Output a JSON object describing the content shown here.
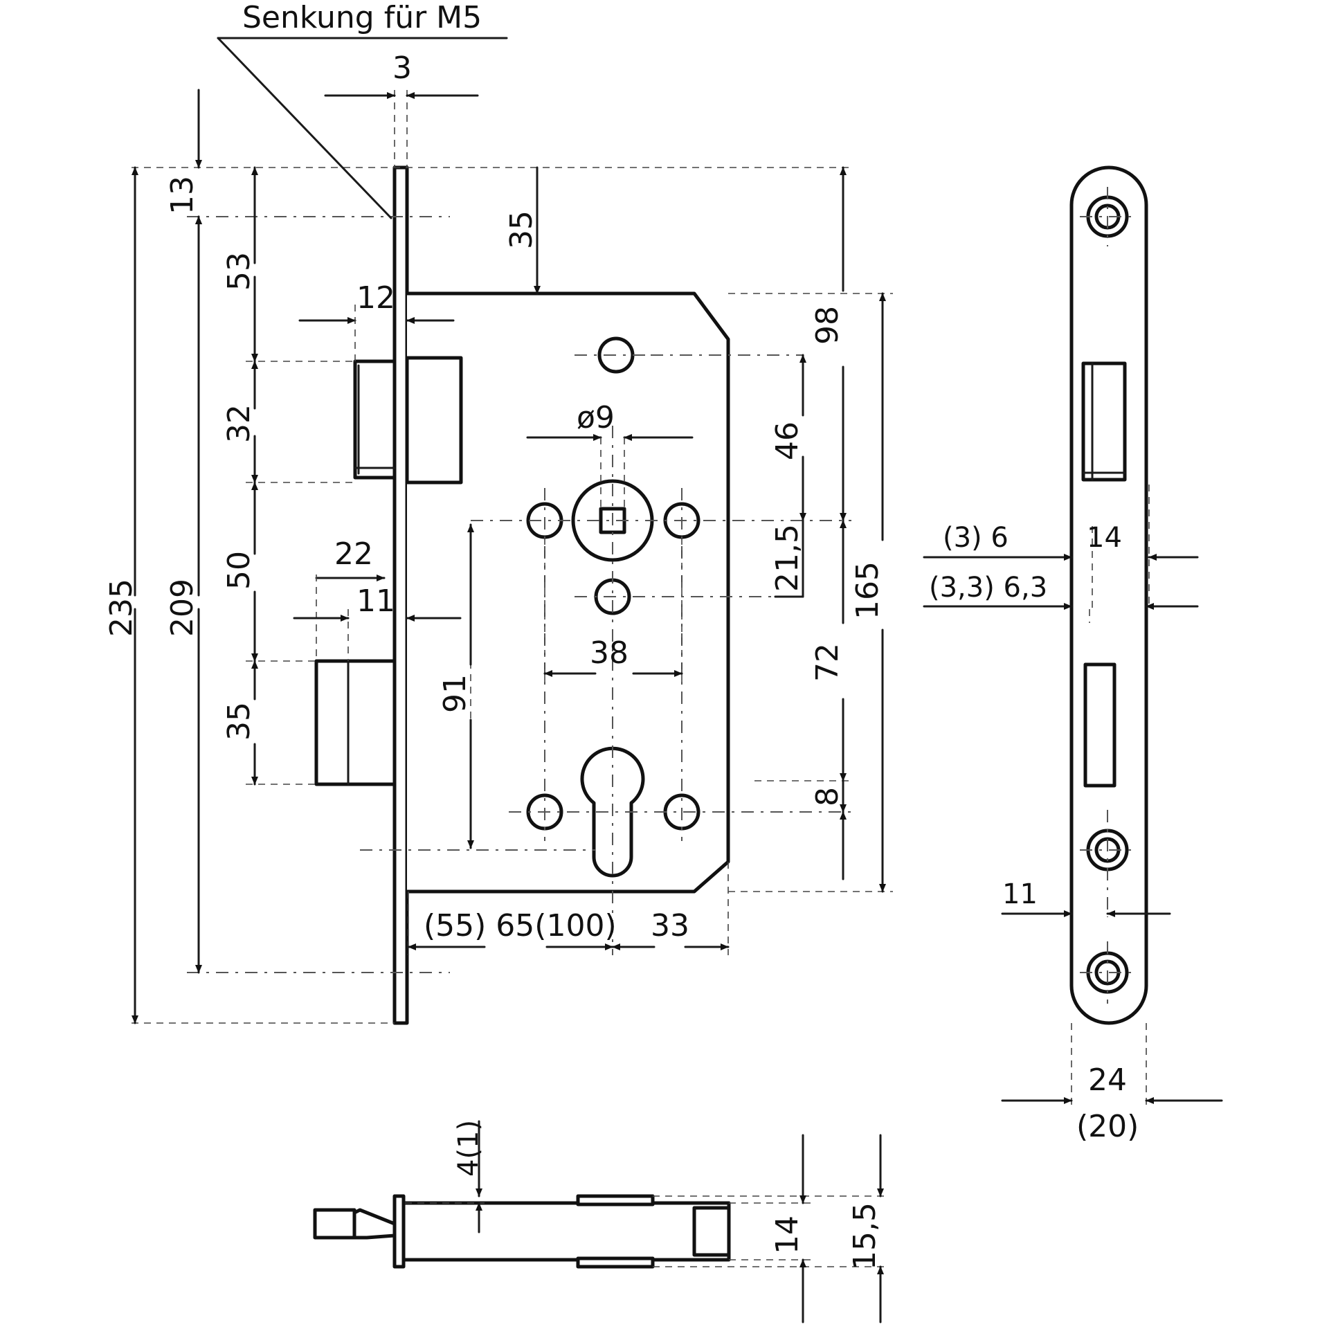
{
  "note": {
    "countersink": "Senkung für M5"
  },
  "front_view": {
    "dims": {
      "faceplate_thickness": "3",
      "top_offset": "13",
      "to_case_top": "35",
      "latch_top": "53",
      "latch_height": "32",
      "latch_to_bolt": "50",
      "bolt_height": "35",
      "overall_height": "235",
      "screw_spacing": "209",
      "latch_projection": "12",
      "bolt_projection": "22",
      "bolt_inset": "11",
      "spindle_diameter": "ø9",
      "top_to_spindle": "98",
      "spindle_to_hole": "46",
      "hole_offset": "21,5",
      "case_height": "165",
      "spindle_to_cylinder": "72",
      "cylinder_offset": "8",
      "lower_hole_span": "91",
      "hole_spacing": "38",
      "backset": "(55) 65(100)",
      "backset_rest": "33"
    }
  },
  "side_view": {
    "dims": {
      "offset_a": "(3) 6",
      "offset_b": "(3,3) 6,3",
      "latch_width": "14",
      "screw_offset": "11",
      "faceplate_width": "24",
      "faceplate_width_alt": "(20)"
    }
  },
  "bottom_view": {
    "dims": {
      "plate_offset": "4(1)",
      "case_depth": "14",
      "overall_depth": "15,5"
    }
  }
}
